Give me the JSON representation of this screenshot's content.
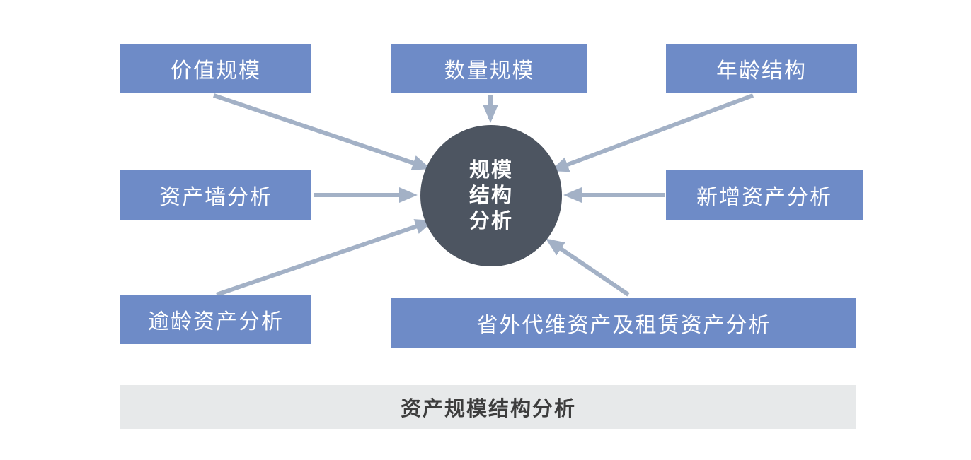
{
  "colors": {
    "box_fill": "#6e8bc7",
    "box_text": "#ffffff",
    "circle_fill": "#4d5561",
    "circle_text": "#ffffff",
    "arrow": "#a3b1c6",
    "footer_bg": "#e7e9ea",
    "footer_text": "#3d3d3d"
  },
  "center": {
    "lines": [
      "规模",
      "结构",
      "分析"
    ]
  },
  "boxes": [
    {
      "id": "value-scale",
      "label": "价值规模"
    },
    {
      "id": "quantity-scale",
      "label": "数量规模"
    },
    {
      "id": "age-structure",
      "label": "年龄结构"
    },
    {
      "id": "asset-wall-analysis",
      "label": "资产墙分析"
    },
    {
      "id": "new-asset-analysis",
      "label": "新增资产分析"
    },
    {
      "id": "overage-asset-analysis",
      "label": "逾龄资产分析"
    },
    {
      "id": "out-of-province-leased-asset-analysis",
      "label": "省外代维资产及租赁资产分析"
    }
  ],
  "footer": {
    "label": "资产规模结构分析"
  }
}
